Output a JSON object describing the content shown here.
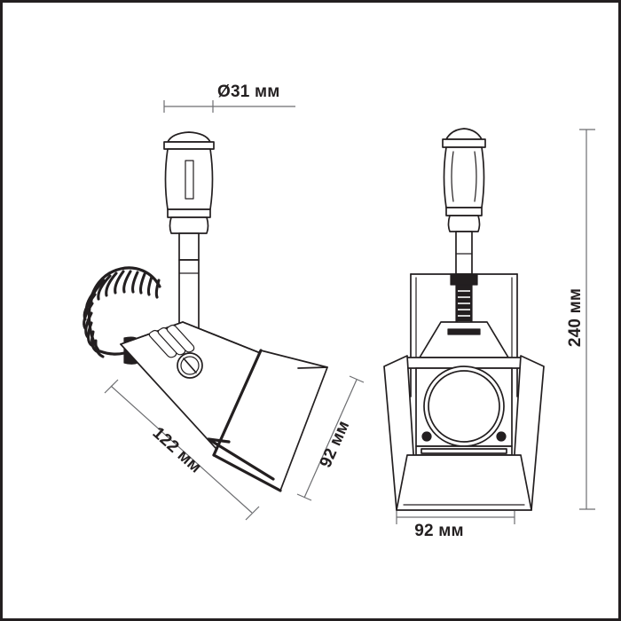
{
  "drawing": {
    "kind": "technical-line-drawing",
    "subject": "wall spot light fixture with barn doors",
    "views": [
      "side-view",
      "front-view"
    ],
    "background_color": "#ffffff",
    "line_color": "#231f20",
    "dimension_line_color": "#6d6e71",
    "border_color": "#231f20"
  },
  "dimensions": {
    "diameter_top": {
      "label": "Ø31 мм",
      "value": 31,
      "unit": "мм",
      "symbol": "Ø",
      "orientation": "horizontal",
      "view": "side-view"
    },
    "height_total": {
      "label": "240 мм",
      "value": 240,
      "unit": "мм",
      "orientation": "vertical",
      "view": "front-view"
    },
    "width_front": {
      "label": "92 мм",
      "value": 92,
      "unit": "мм",
      "orientation": "horizontal",
      "view": "front-view"
    },
    "length_body": {
      "label": "122 мм",
      "value": 122,
      "unit": "мм",
      "orientation": "diagonal",
      "view": "side-view"
    },
    "depth_body": {
      "label": "92 мм",
      "value": 92,
      "unit": "мм",
      "orientation": "diagonal",
      "view": "side-view"
    }
  }
}
